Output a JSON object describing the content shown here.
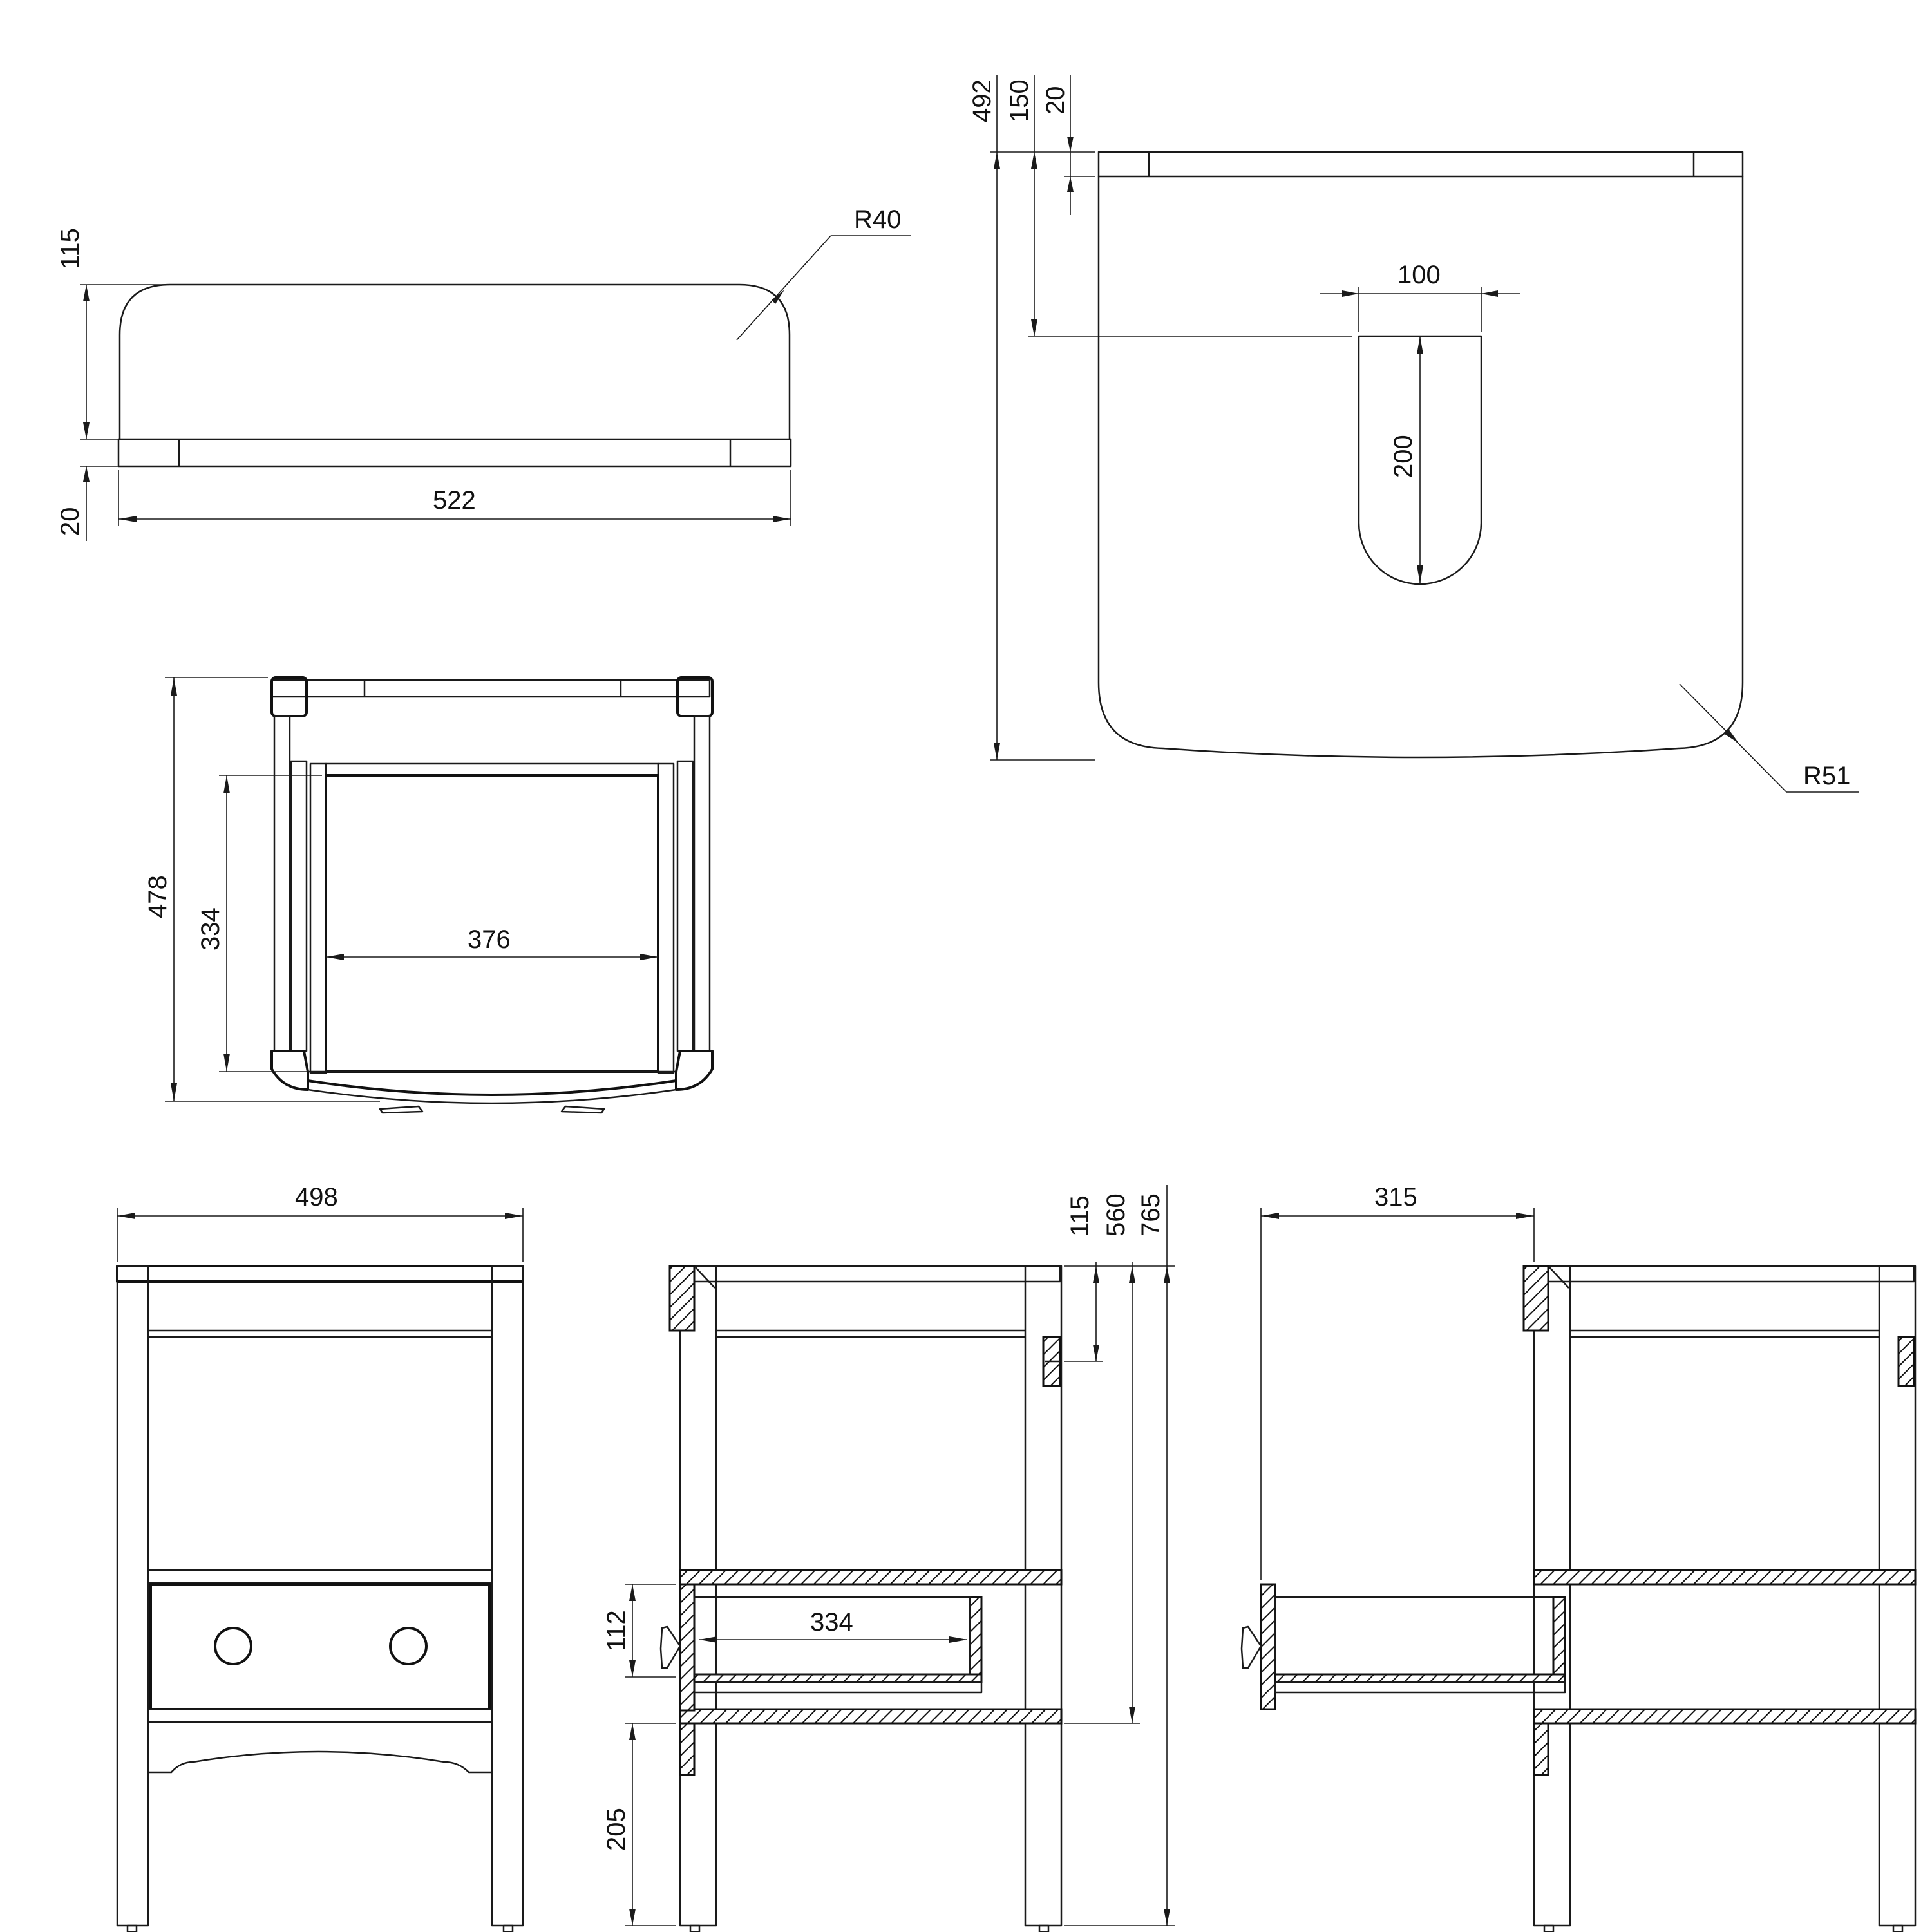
{
  "dimensions": {
    "front_height_top": "115",
    "front_plinth": "20",
    "front_width": "522",
    "front_radius": "R40",
    "top_depth": "492",
    "top_cutout_offset": "150",
    "top_edge": "20",
    "top_cutout_width": "100",
    "top_cutout_length": "200",
    "top_radius": "R51",
    "plan_depth": "478",
    "plan_inner_depth": "334",
    "plan_inner_width": "376",
    "elev_width": "498",
    "sect_115": "115",
    "sect_560": "560",
    "sect_765": "765",
    "sect_drawer_height": "112",
    "sect_drawer_depth": "334",
    "sect_leg_height": "205",
    "open_drawer_extension": "315"
  }
}
